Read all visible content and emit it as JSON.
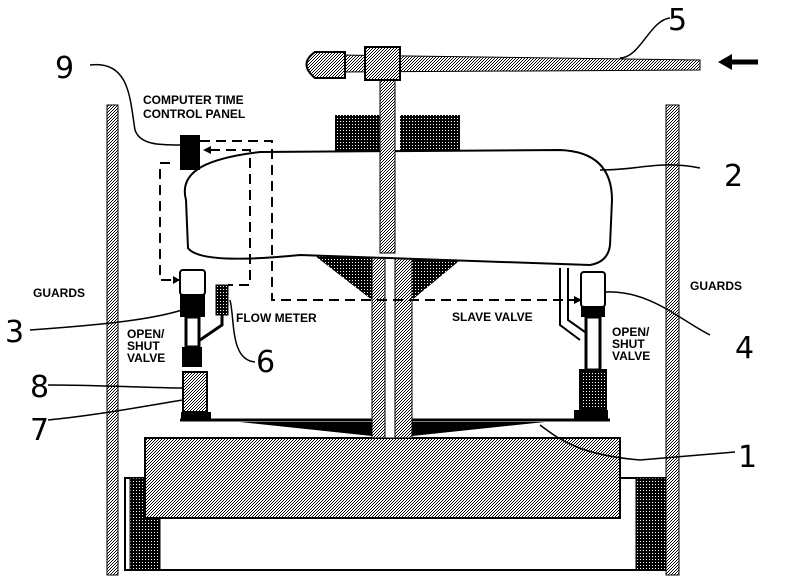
{
  "figure": {
    "labels": {
      "control_panel_line1": "COMPUTER TIME",
      "control_panel_line2": "CONTROL PANEL",
      "guards_left": "GUARDS",
      "guards_right": "GUARDS",
      "flow_meter": "FLOW METER",
      "slave_valve": "SLAVE VALVE",
      "open_shut_left": [
        "OPEN/",
        "SHUT",
        "VALVE"
      ],
      "open_shut_right": [
        "OPEN/",
        "SHUT",
        "VALVE"
      ]
    },
    "reference_numbers": {
      "platform": "1",
      "tank": "2",
      "left_valve": "3",
      "slave_valve": "4",
      "supply_pipe": "5",
      "flow_meter": "6",
      "reservoir": "7",
      "shut_valve": "8",
      "control_panel": "9"
    },
    "colors": {
      "ink": "#000000",
      "paper": "#ffffff",
      "dither": "#7a7a7a"
    }
  }
}
